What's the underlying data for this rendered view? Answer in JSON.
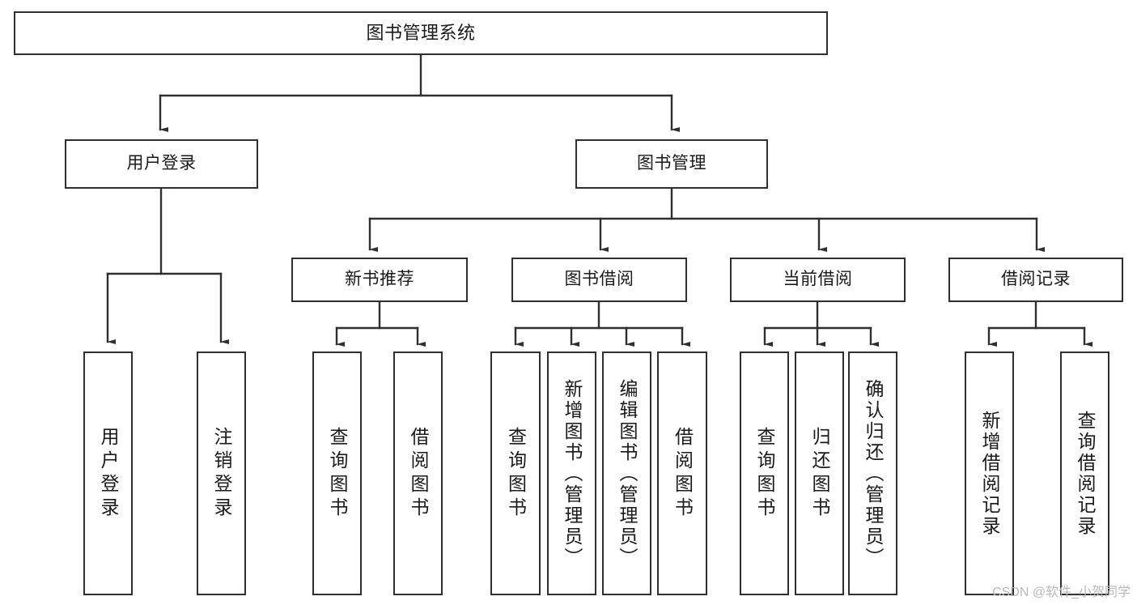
{
  "diagram": {
    "title": "图书管理系统",
    "type": "tree-hierarchy-chart",
    "colors": {
      "stroke": "#2f2f2f",
      "fill": "#ffffff",
      "text": "#1a1a1a",
      "watermark": "#b9b9b9"
    },
    "root": {
      "label": "图书管理系统"
    },
    "level2": [
      {
        "label": "用户登录"
      },
      {
        "label": "图书管理"
      }
    ],
    "level3": [
      {
        "label": "新书推荐"
      },
      {
        "label": "图书借阅"
      },
      {
        "label": "当前借阅"
      },
      {
        "label": "借阅记录"
      }
    ],
    "leaves": {
      "user_login": [
        {
          "label": "用户登录"
        },
        {
          "label": "注销登录"
        }
      ],
      "new_book_recommend": [
        {
          "label": "查询图书"
        },
        {
          "label": "借阅图书"
        }
      ],
      "book_borrow": [
        {
          "label": "查询图书"
        },
        {
          "label": "新增图书（管理员）"
        },
        {
          "label": "编辑图书（管理员）"
        },
        {
          "label": "借阅图书"
        }
      ],
      "current_borrow": [
        {
          "label": "查询图书"
        },
        {
          "label": "归还图书"
        },
        {
          "label": "确认归还（管理员）"
        }
      ],
      "borrow_record": [
        {
          "label": "新增借阅记录"
        },
        {
          "label": "查询借阅记录"
        }
      ]
    },
    "watermark": "CSDN @软件_小贺同学"
  }
}
